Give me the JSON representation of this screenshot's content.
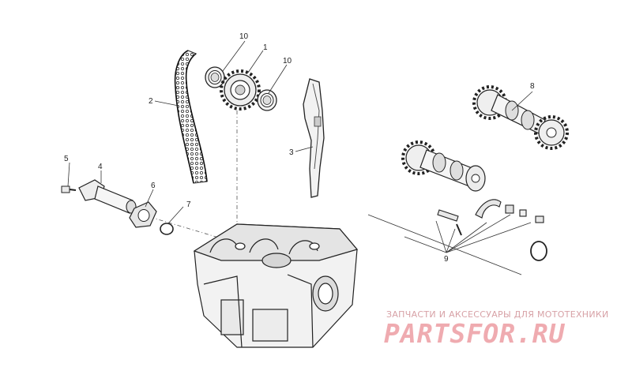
{
  "callouts": {
    "c1": "1",
    "c2": "2",
    "c3": "3",
    "c4": "4",
    "c5": "5",
    "c6": "6",
    "c7": "7",
    "c8": "8",
    "c9": "9",
    "c10a": "10",
    "c10b": "10"
  },
  "watermark": {
    "caption": "ЗАПЧАСТИ И АКСЕССУАРЫ ДЛЯ МОТОТЕХНИКИ",
    "logo": "PARTSFOR.RU",
    "color": "#ea8f96"
  }
}
